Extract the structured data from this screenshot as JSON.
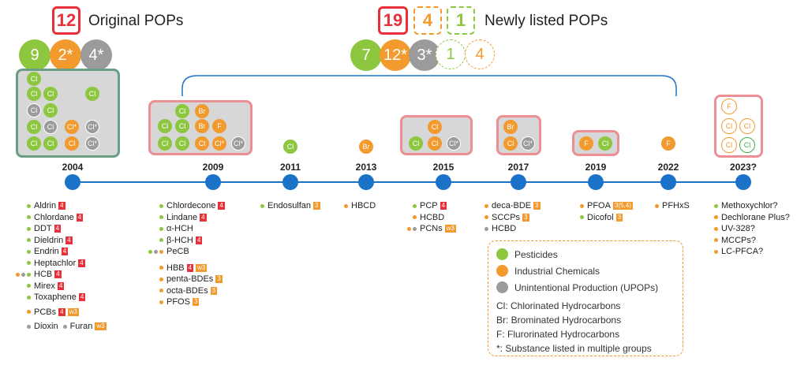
{
  "header": {
    "original": {
      "count": "12",
      "title": "Original POPs",
      "circles": [
        "9",
        "2*",
        "4*"
      ]
    },
    "newly": {
      "count": "19",
      "dash_orange": "4",
      "dash_green": "1",
      "title": "Newly listed POPs",
      "circles": [
        "7",
        "12*",
        "3*",
        "1",
        "4"
      ]
    }
  },
  "colors": {
    "pesticide": "#8dc63f",
    "industrial": "#f29a2e",
    "upop": "#9b9b9b",
    "timeline": "#1a73c8",
    "highlight": "#e8303a"
  },
  "timeline": {
    "years": [
      "2004",
      "2009",
      "2011",
      "2013",
      "2015",
      "2017",
      "2019",
      "2022",
      "2023?"
    ]
  },
  "groups": {
    "g2004": [
      "Cl",
      "Cl",
      "Cl",
      "Cl",
      "Cl",
      "Cl",
      "Cl",
      "Cl",
      "Cl*",
      "Cl*",
      "Cl",
      "Cl",
      "Cl",
      "Cl*"
    ],
    "g2009": [
      "Cl",
      "Br",
      "Cl",
      "Cl",
      "Br",
      "F",
      "Cl",
      "Cl",
      "Cl",
      "Cl*",
      "Cl*"
    ],
    "g2011": [
      "Cl"
    ],
    "g2013": [
      "Br"
    ],
    "g2015": [
      "Cl",
      "Cl",
      "Cl",
      "Cl*"
    ],
    "g2017": [
      "Br",
      "Cl",
      "Cl*"
    ],
    "g2019": [
      "F",
      "Cl"
    ],
    "g2022": [
      "F"
    ],
    "g2023": [
      "F",
      "Cl",
      "Cl",
      "Cl",
      "Cl"
    ]
  },
  "lists": {
    "l2004": [
      {
        "name": "Aldrin",
        "tag": "4"
      },
      {
        "name": "Chlordane",
        "tag": "4"
      },
      {
        "name": "DDT",
        "tag": "4"
      },
      {
        "name": "Dieldrin",
        "tag": "4"
      },
      {
        "name": "Endrin",
        "tag": "4"
      },
      {
        "name": "Heptachlor",
        "tag": "4"
      },
      {
        "name": "HCB",
        "tag": "4"
      },
      {
        "name": "Mirex",
        "tag": "4"
      },
      {
        "name": "Toxaphene",
        "tag": "4"
      },
      {
        "name": "PCBs",
        "tag": "4",
        "tag2": "w3"
      }
    ],
    "l2004_last": {
      "name1": "Dioxin",
      "name2": "Furan",
      "tag": "w3"
    },
    "l2009": [
      {
        "name": "Chlordecone",
        "tag": "4"
      },
      {
        "name": "Lindane",
        "tag": "4"
      },
      {
        "name": "α-HCH",
        "tag": ""
      },
      {
        "name": "β-HCH",
        "tag": "4"
      },
      {
        "name": "PeCB",
        "tag": ""
      },
      {
        "name": "HBB",
        "tag": "4",
        "tag2": "w3"
      },
      {
        "name": "penta-BDEs",
        "tag": "3"
      },
      {
        "name": "octa-BDEs",
        "tag": "3"
      },
      {
        "name": "PFOS",
        "tag": "3"
      }
    ],
    "l2011": [
      {
        "name": "Endosulfan",
        "tag": "3"
      }
    ],
    "l2013": [
      {
        "name": "HBCD",
        "tag": ""
      }
    ],
    "l2015": [
      {
        "name": "PCP",
        "tag": "4"
      },
      {
        "name": "HCBD",
        "tag": ""
      },
      {
        "name": "PCNs",
        "tag": "w3"
      }
    ],
    "l2017": [
      {
        "name": "deca-BDE",
        "tag": "3"
      },
      {
        "name": "SCCPs",
        "tag": "3"
      },
      {
        "name": "HCBD",
        "tag": ""
      }
    ],
    "l2019": [
      {
        "name": "PFOA",
        "tag": "3(5,4)"
      },
      {
        "name": "Dicofol",
        "tag": "3"
      }
    ],
    "l2022": [
      {
        "name": "PFHxS",
        "tag": ""
      }
    ],
    "l2023": [
      {
        "name": "Methoxychlor?",
        "tag": ""
      },
      {
        "name": "Dechlorane Plus?",
        "tag": ""
      },
      {
        "name": "UV-328?",
        "tag": ""
      },
      {
        "name": "MCCPs?",
        "tag": ""
      },
      {
        "name": "LC-PFCA?",
        "tag": ""
      }
    ]
  },
  "legend": {
    "pesticides": "Pesticides",
    "industrial": "Industrial Chemicals",
    "upops": "Unintentional Production (UPOPs)",
    "cl": "Cl: Chlorinated Hydrocarbons",
    "br": "Br: Brominated Hydrocarbons",
    "f": "F: Flurorinated Hydrocarbons",
    "star": "*: Substance listed in multiple groups"
  }
}
